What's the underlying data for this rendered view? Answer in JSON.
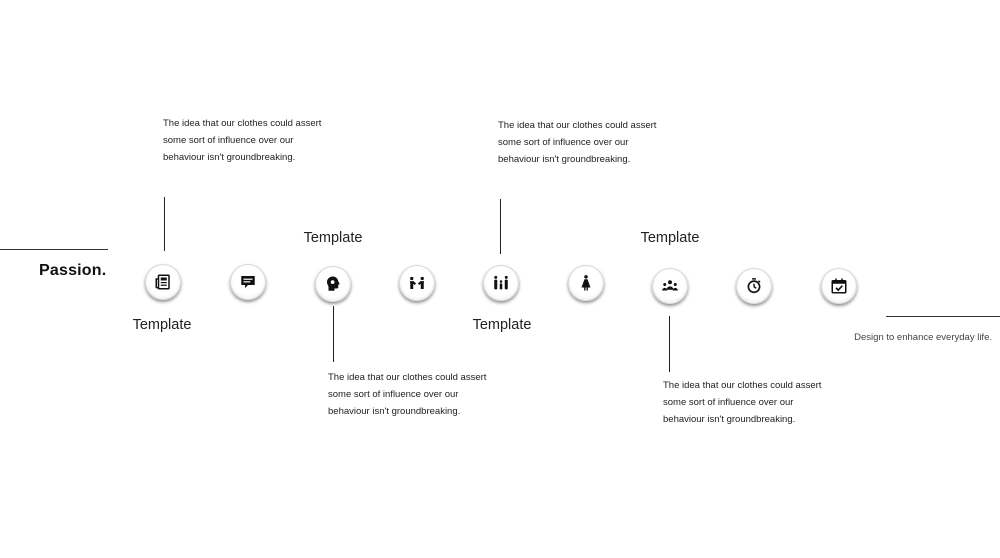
{
  "brand": {
    "title": "Passion."
  },
  "tagline": "Design to enhance everyday life.",
  "timeline": {
    "labels": [
      "Template",
      "Template",
      "Template",
      "Template"
    ],
    "descriptions": [
      "The idea that our clothes could assert some sort of influence over our behaviour isn't groundbreaking.",
      "The idea that our clothes could assert some sort of influence over our behaviour isn't groundbreaking.",
      "The idea that our clothes could assert some sort of influence over our behaviour isn't groundbreaking.",
      "The idea that our clothes could assert some sort of influence over our behaviour isn't groundbreaking."
    ],
    "icons": [
      "newspaper-icon",
      "chat-bubble-icon",
      "head-profile-icon",
      "handshake-icon",
      "family-icon",
      "woman-icon",
      "group-icon",
      "stopwatch-icon",
      "calendar-check-icon"
    ]
  },
  "colors": {
    "line": "#222222",
    "text": "#111111",
    "node_fill": "#ffffff",
    "icon": "#111111"
  }
}
